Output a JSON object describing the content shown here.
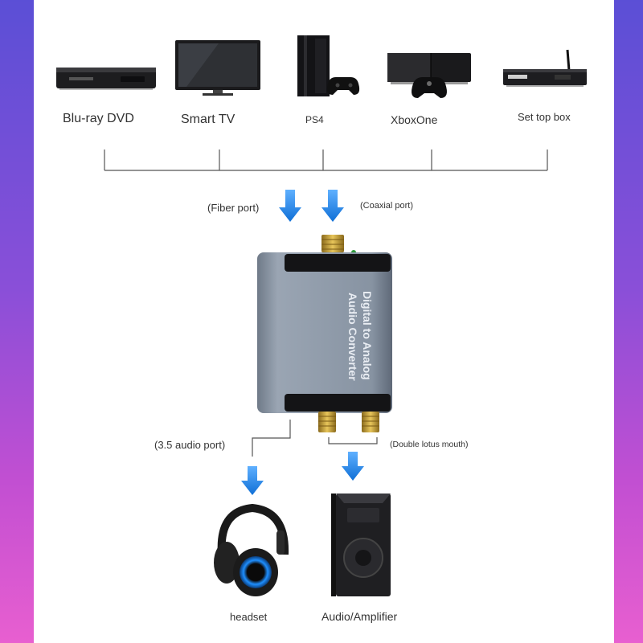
{
  "devices": {
    "bluray": "Blu-ray DVD",
    "smarttv": "Smart TV",
    "ps4": "PS4",
    "xbox": "XboxOne",
    "settop": "Set top box"
  },
  "ports": {
    "fiber": "(Fiber port)",
    "coaxial": "(Coaxial port)",
    "audio35": "(3.5 audio port)",
    "lotus": "(Double lotus mouth)"
  },
  "converter": {
    "line1": "Digital to Analog",
    "line2": "Audio Converter"
  },
  "outputs": {
    "headset": "headset",
    "amplifier": "Audio/Amplifier"
  },
  "colors": {
    "arrow": "#1f7fe0",
    "converter_body": "#8f9aa8",
    "gold": "#c9a23a"
  }
}
